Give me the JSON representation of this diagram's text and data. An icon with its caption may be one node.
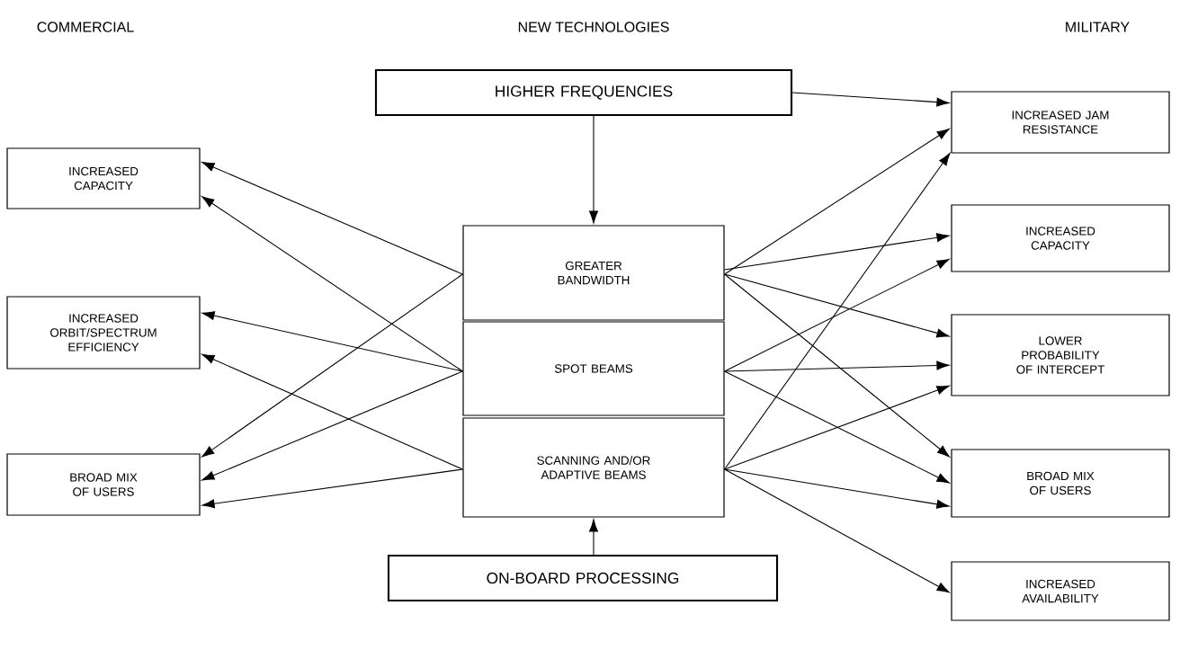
{
  "diagram": {
    "nodes": [
      {
        "text": [
          "HIGHER FREQUENCIES"
        ]
      },
      {
        "text": [
          "INCREASED CAPACITY"
        ]
      },
      {
        "text": [
          "INCREASED ORBIT/SPECTRUM EFFICIENCY"
        ]
      },
      {
        "text": [
          "BROAD MIX OF USERS"
        ]
      },
      {
        "text": [
          "GREATER BANDWIDTH"
        ]
      },
      {
        "text": [
          "SPOT BEAMS"
        ]
      },
      {
        "text": [
          "SCANNING AND/OR ADAPTIVE BEAMS"
        ]
      },
      {
        "text": [
          "ON-BOARD PROCESSING"
        ]
      },
      {
        "text": [
          "INCREASED JAM RESISTANCE"
        ]
      },
      {
        "text": [
          "INCREASED CAPACITY"
        ]
      },
      {
        "text": [
          "LOWER PROBABILITY OF INTERCEPT"
        ]
      },
      {
        "text": [
          "BROAD MIX OF USERS"
        ]
      },
      {
        "text": [
          "INCREASED AVAILABILITY"
        ]
      }
    ],
    "edges": [
      {
        "from": 0,
        "to": 4,
        "arrow": "to"
      },
      {
        "from": 7,
        "to": 6,
        "arrow": "to"
      },
      {
        "from": 4,
        "to": 1,
        "arrow": "to"
      },
      {
        "from": 5,
        "to": 1,
        "arrow": "to"
      },
      {
        "from": 5,
        "to": 2,
        "arrow": "to"
      },
      {
        "from": 6,
        "to": 2,
        "arrow": "to"
      },
      {
        "from": 4,
        "to": 3,
        "arrow": "to"
      },
      {
        "from": 5,
        "to": 3,
        "arrow": "to"
      },
      {
        "from": 6,
        "to": 3,
        "arrow": "to"
      },
      {
        "from": 0,
        "to": 8,
        "arrow": "to"
      },
      {
        "from": 4,
        "to": 8,
        "arrow": "to"
      },
      {
        "from": 6,
        "to": 8,
        "arrow": "to"
      },
      {
        "from": 4,
        "to": 9,
        "arrow": "to"
      },
      {
        "from": 5,
        "to": 9,
        "arrow": "to"
      },
      {
        "from": 4,
        "to": 10,
        "arrow": "to"
      },
      {
        "from": 5,
        "to": 10,
        "arrow": "to"
      },
      {
        "from": 6,
        "to": 10,
        "arrow": "to"
      },
      {
        "from": 4,
        "to": 11,
        "arrow": "to"
      },
      {
        "from": 5,
        "to": 11,
        "arrow": "to"
      },
      {
        "from": 6,
        "to": 11,
        "arrow": "to"
      },
      {
        "from": 6,
        "to": 12,
        "arrow": "to"
      }
    ],
    "labels": [
      "COMMERCIAL",
      "NEW TECHNOLOGIES",
      "MILITARY"
    ]
  }
}
